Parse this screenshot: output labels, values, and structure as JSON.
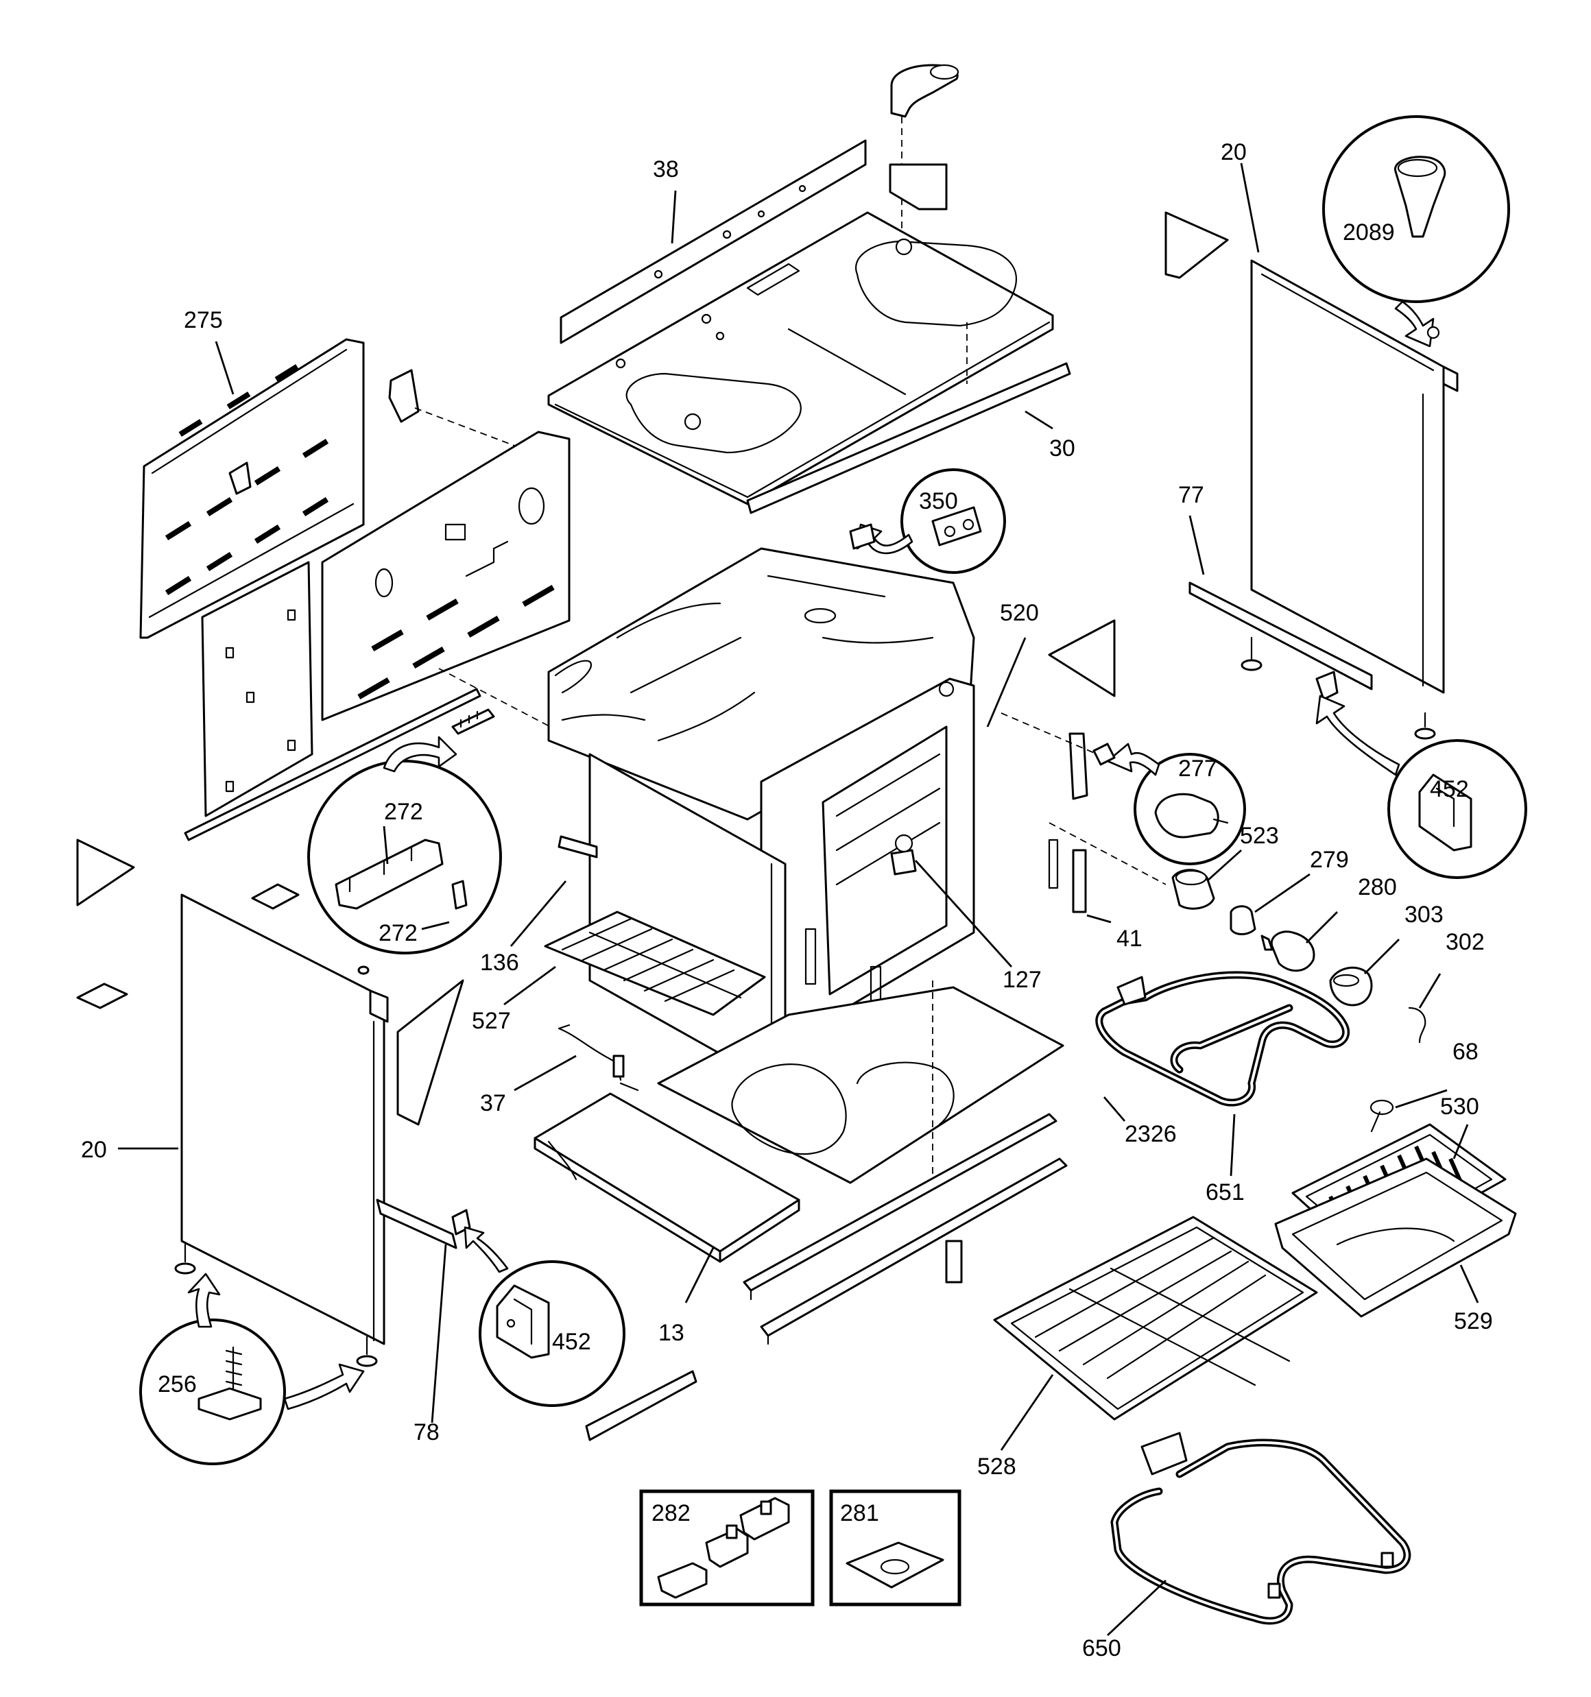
{
  "diagram": {
    "callout_labels": {
      "l38": "38",
      "l275": "275",
      "l30": "30",
      "l20_right": "20",
      "l2089": "2089",
      "l350": "350",
      "l77": "77",
      "l520": "520",
      "l272_top": "272",
      "l272_bottom": "272",
      "l277": "277",
      "l452_right": "452",
      "l523": "523",
      "l279": "279",
      "l280": "280",
      "l303": "303",
      "l302": "302",
      "l136": "136",
      "l41": "41",
      "l127": "127",
      "l527": "527",
      "l68": "68",
      "l37": "37",
      "l2326": "2326",
      "l530": "530",
      "l20_left": "20",
      "l651": "651",
      "l529": "529",
      "l452_left": "452",
      "l13": "13",
      "l256": "256",
      "l78": "78",
      "l528": "528",
      "l282": "282",
      "l281": "281",
      "l650": "650"
    }
  }
}
